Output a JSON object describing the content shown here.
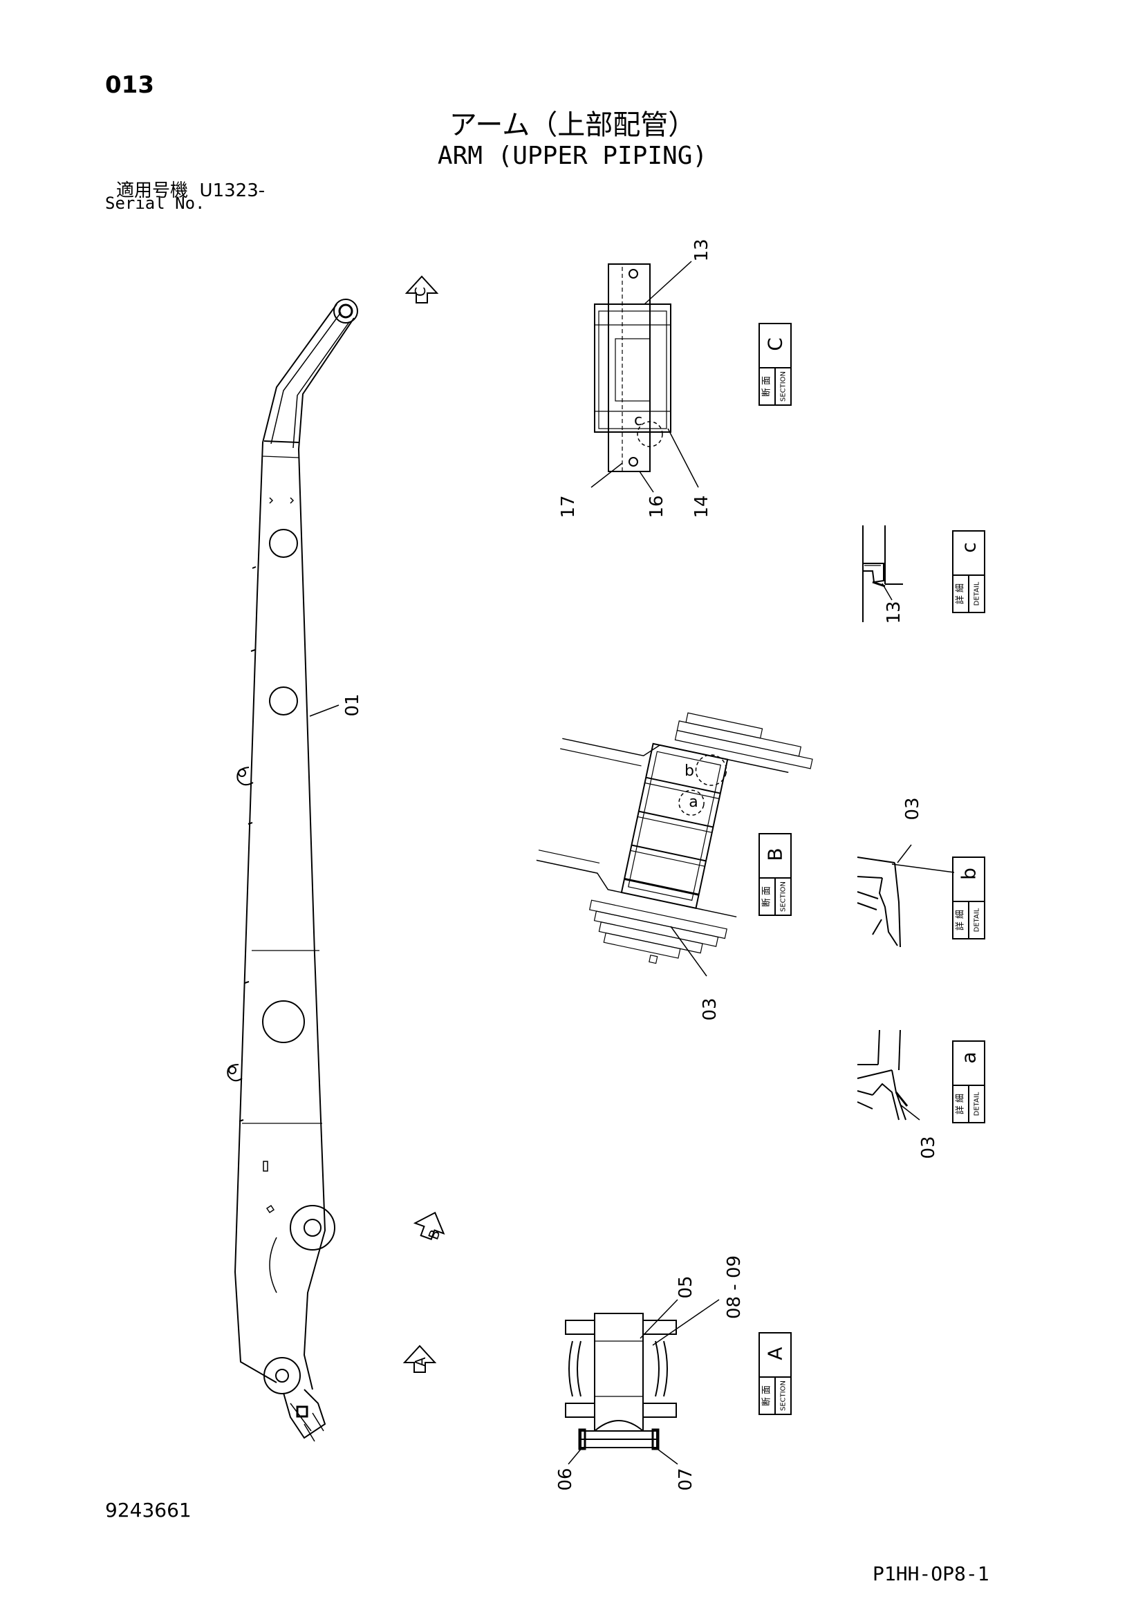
{
  "header": {
    "page_number": "013",
    "title_jp": "アーム（上部配管）",
    "title_en": "ARM (UPPER PIPING)",
    "serial_label_jp": "適用号機",
    "serial_value": "U1323-",
    "serial_label_en": "Serial No."
  },
  "view_markers": {
    "c": "C",
    "b": "B",
    "a": "A"
  },
  "section_labels": {
    "c": {
      "jp": "断 面",
      "en": "SECTION",
      "letter": "C"
    },
    "b": {
      "jp": "断 面",
      "en": "SECTION",
      "letter": "B"
    },
    "a": {
      "jp": "断 面",
      "en": "SECTION",
      "letter": "A"
    }
  },
  "detail_labels": {
    "c": {
      "jp": "詳 細",
      "en": "DETAIL",
      "letter": "c"
    },
    "b": {
      "jp": "詳 細",
      "en": "DETAIL",
      "letter": "b"
    },
    "a": {
      "jp": "詳 細",
      "en": "DETAIL",
      "letter": "a"
    }
  },
  "detail_circles": {
    "c": "c",
    "b": "b",
    "a": "a"
  },
  "part_numbers": {
    "arm": "01",
    "c_top": "13",
    "c_17": "17",
    "c_16": "16",
    "c_14": "14",
    "detail_c": "13",
    "b_03": "03",
    "detail_b": "03",
    "detail_a": "03",
    "a_05": "05",
    "a_0809": "08 - 09",
    "a_06": "06",
    "a_07": "07"
  },
  "footer": {
    "doc_number": "9243661",
    "page_code": "P1HH-OP8-1"
  }
}
